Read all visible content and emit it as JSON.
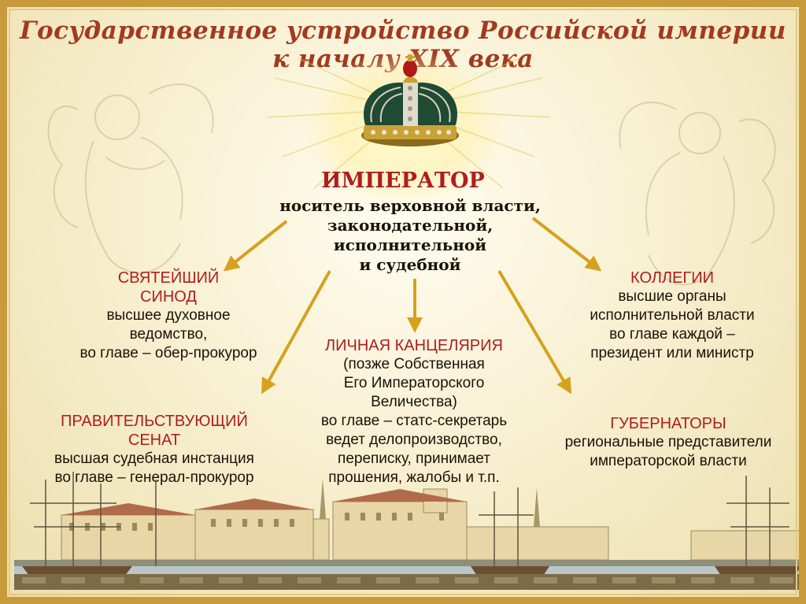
{
  "title": "Государственное устройство Российской империи к началу XIX века",
  "emperor": {
    "heading": "ИМПЕРАТОР",
    "lines": [
      "носитель верховной власти,",
      "законодательной,",
      "исполнительной",
      "и судебной"
    ]
  },
  "synod": {
    "heading_lines": [
      "СВЯТЕЙШИЙ",
      "СИНОД"
    ],
    "lines": [
      "высшее духовное",
      "ведомство,",
      "во главе – обер-прокурор"
    ]
  },
  "senate": {
    "heading_lines": [
      "ПРАВИТЕЛЬСТВУЮЩИЙ",
      "СЕНАТ"
    ],
    "lines": [
      "высшая судебная инстанция",
      "во главе – генерал-прокурор"
    ]
  },
  "chancellery": {
    "heading": "ЛИЧНАЯ КАНЦЕЛЯРИЯ",
    "lines": [
      "(позже Собственная",
      "Его Императорского",
      "Величества)",
      "во главе – статс-секретарь",
      "ведет делопроизводство,",
      "переписку, принимает",
      "прошения, жалобы и т.п."
    ]
  },
  "collegia": {
    "heading": "КОЛЛЕГИИ",
    "lines": [
      "высшие органы",
      "исполнительной власти",
      "во главе каждой –",
      "президент или министр"
    ]
  },
  "governors": {
    "heading": "ГУБЕРНАТОРЫ",
    "lines": [
      "региональные представители",
      "императорской власти"
    ]
  },
  "colors": {
    "heading_red": "#b01d1d",
    "title_red": "#a23a1f",
    "arrow_gold": "#d6a11e",
    "frame_gold": "#c79a3c"
  }
}
